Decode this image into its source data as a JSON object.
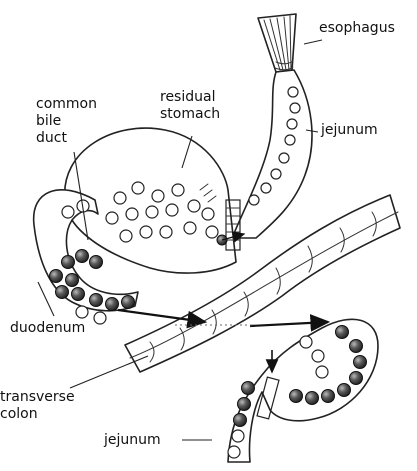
{
  "labels": {
    "esophagus": "esophagus",
    "jejunum_upper": "jejunum",
    "common_bile_duct": "common\nbile\nduct",
    "residual_stomach": "residual\nstomach",
    "duodenum": "duodenum",
    "transverse_colon": "transverse\ncolon",
    "jejunum_lower": "jejunum"
  },
  "colors": {
    "line": "#222222",
    "open_circle_fill": "#ffffff",
    "dark_circle_fill": "#555555",
    "arrow": "#111111"
  }
}
